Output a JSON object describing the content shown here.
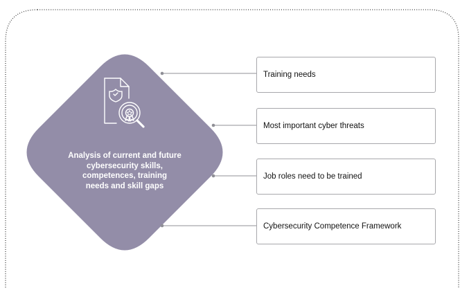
{
  "diagram": {
    "center_title_lines": [
      "Analysis of current and future",
      "cybersecurity skills,",
      "competences, training",
      "needs and skill gaps"
    ],
    "center_icon": "document-certificate-magnifier-icon",
    "items": [
      {
        "label": "Training needs"
      },
      {
        "label": "Most important cyber threats"
      },
      {
        "label": "Job roles need to be trained"
      },
      {
        "label": "Cybersecurity Competence Framework"
      }
    ],
    "colors": {
      "diamond": "#938da8",
      "box_border": "#a7a7ab",
      "connector": "#8f8f96",
      "frame_dots": "#3a3a3a"
    }
  }
}
